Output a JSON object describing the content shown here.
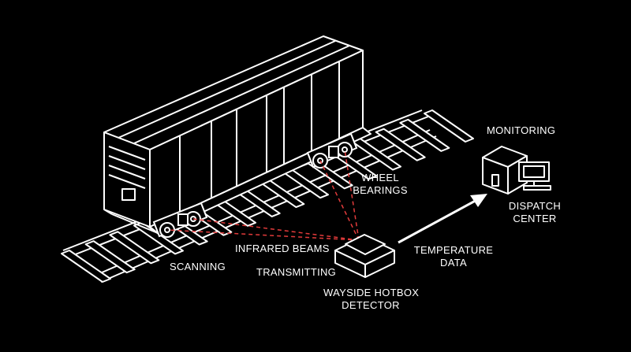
{
  "labels": {
    "wheel_bearings_1": "WHEEL",
    "wheel_bearings_2": "BEARINGS",
    "monitoring": "MONITORING",
    "dispatch_center_1": "DISPATCH",
    "dispatch_center_2": "CENTER",
    "infrared_beams": "INFRARED BEAMS",
    "scanning": "SCANNING",
    "transmitting": "TRANSMITTING",
    "temperature_data_1": "TEMPERATURE",
    "temperature_data_2": "DATA",
    "detector_1": "WAYSIDE HOTBOX",
    "detector_2": "DETECTOR"
  },
  "colors": {
    "background": "#000000",
    "lines": "#ffffff",
    "beams": "#e23b3b"
  },
  "icons": {
    "railcar": "boxcar-icon",
    "track": "rail-track-icon",
    "detector": "hotbox-detector-icon",
    "monitoring": "building-computer-icon",
    "arrow": "arrow-icon"
  }
}
